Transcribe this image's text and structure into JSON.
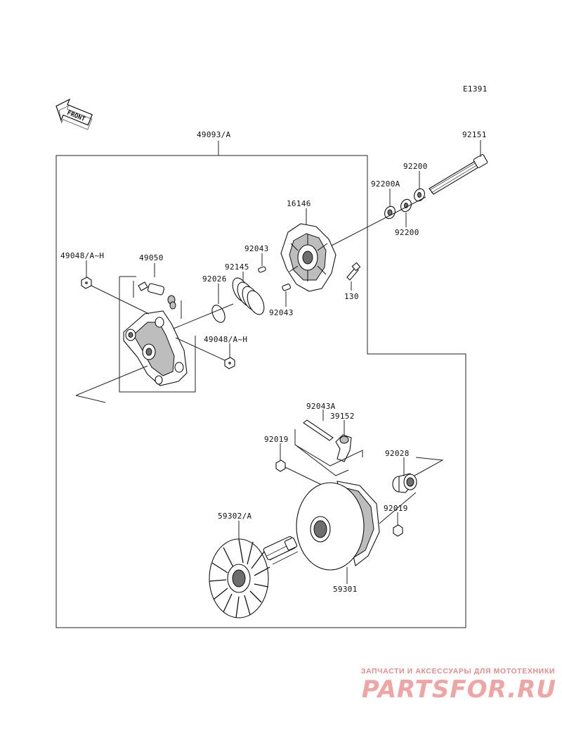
{
  "diagram_code": "E1391",
  "front_badge": "FRONT",
  "assembly_label": "49093/A",
  "parts": [
    {
      "id": "p92151",
      "number": "92151"
    },
    {
      "id": "p92200_top",
      "number": "92200"
    },
    {
      "id": "p92200A",
      "number": "92200A"
    },
    {
      "id": "p92200_bot",
      "number": "92200"
    },
    {
      "id": "p16146",
      "number": "16146"
    },
    {
      "id": "p92043_a",
      "number": "92043"
    },
    {
      "id": "p92145",
      "number": "92145"
    },
    {
      "id": "p92026",
      "number": "92026"
    },
    {
      "id": "p92043_b",
      "number": "92043"
    },
    {
      "id": "p130",
      "number": "130"
    },
    {
      "id": "p49050",
      "number": "49050"
    },
    {
      "id": "p49048_a",
      "number": "49048/A~H"
    },
    {
      "id": "p49048_b",
      "number": "49048/A~H"
    },
    {
      "id": "p92043A",
      "number": "92043A"
    },
    {
      "id": "p39152",
      "number": "39152"
    },
    {
      "id": "p92019_a",
      "number": "92019"
    },
    {
      "id": "p92028",
      "number": "92028"
    },
    {
      "id": "p92019_b",
      "number": "92019"
    },
    {
      "id": "p59302",
      "number": "59302/A"
    },
    {
      "id": "p59301",
      "number": "59301"
    }
  ],
  "watermark": {
    "tagline": "ЗАПЧАСТИ И АКСЕССУАРЫ ДЛЯ МОТОТЕХНИКИ",
    "brand": "PARTSFOR.RU",
    "color": "#f0a5a5"
  }
}
